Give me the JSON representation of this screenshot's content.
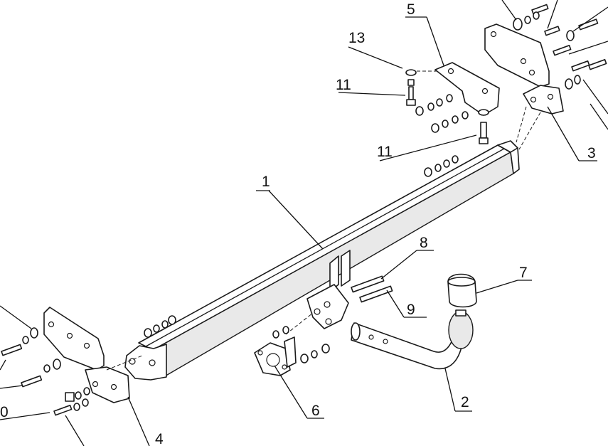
{
  "callouts": [
    {
      "id": "1",
      "label": "1"
    },
    {
      "id": "2",
      "label": "2"
    },
    {
      "id": "3",
      "label": "3"
    },
    {
      "id": "4",
      "label": "4"
    },
    {
      "id": "5",
      "label": "5"
    },
    {
      "id": "6",
      "label": "6"
    },
    {
      "id": "7",
      "label": "7"
    },
    {
      "id": "8",
      "label": "8"
    },
    {
      "id": "9",
      "label": "9"
    },
    {
      "id": "0",
      "label": "0"
    },
    {
      "id": "11a",
      "label": "11"
    },
    {
      "id": "11b",
      "label": "11"
    },
    {
      "id": "13",
      "label": "13"
    }
  ]
}
